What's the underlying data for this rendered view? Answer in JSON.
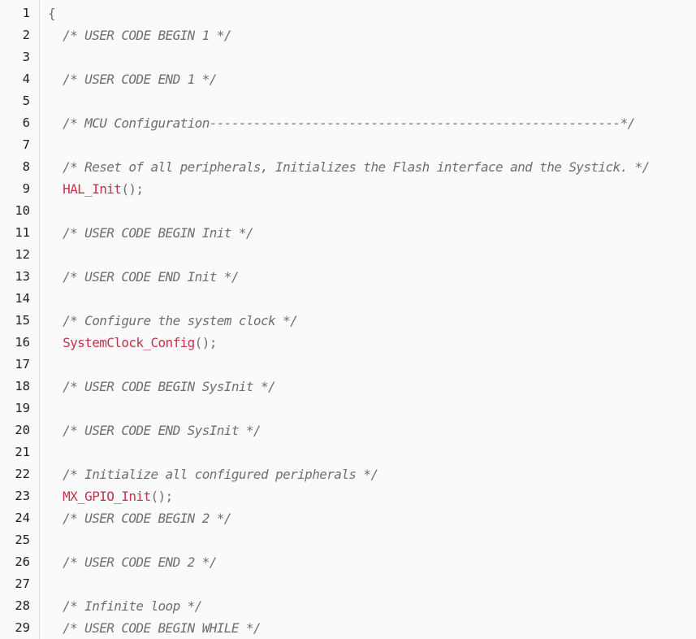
{
  "editor": {
    "lines": [
      {
        "num": "1",
        "tokens": [
          {
            "t": "punct",
            "v": "{"
          }
        ]
      },
      {
        "num": "2",
        "tokens": [
          {
            "t": "plain",
            "v": "  "
          },
          {
            "t": "comment",
            "v": "/* USER CODE BEGIN 1 */"
          }
        ]
      },
      {
        "num": "3",
        "tokens": []
      },
      {
        "num": "4",
        "tokens": [
          {
            "t": "plain",
            "v": "  "
          },
          {
            "t": "comment",
            "v": "/* USER CODE END 1 */"
          }
        ]
      },
      {
        "num": "5",
        "tokens": []
      },
      {
        "num": "6",
        "tokens": [
          {
            "t": "plain",
            "v": "  "
          },
          {
            "t": "comment",
            "v": "/* MCU Configuration--------------------------------------------------------*/"
          }
        ]
      },
      {
        "num": "7",
        "tokens": []
      },
      {
        "num": "8",
        "tokens": [
          {
            "t": "plain",
            "v": "  "
          },
          {
            "t": "comment",
            "v": "/* Reset of all peripherals, Initializes the Flash interface and the Systick. */"
          }
        ]
      },
      {
        "num": "9",
        "tokens": [
          {
            "t": "plain",
            "v": "  "
          },
          {
            "t": "func",
            "v": "HAL_Init"
          },
          {
            "t": "punct",
            "v": "();"
          }
        ]
      },
      {
        "num": "10",
        "tokens": []
      },
      {
        "num": "11",
        "tokens": [
          {
            "t": "plain",
            "v": "  "
          },
          {
            "t": "comment",
            "v": "/* USER CODE BEGIN Init */"
          }
        ]
      },
      {
        "num": "12",
        "tokens": []
      },
      {
        "num": "13",
        "tokens": [
          {
            "t": "plain",
            "v": "  "
          },
          {
            "t": "comment",
            "v": "/* USER CODE END Init */"
          }
        ]
      },
      {
        "num": "14",
        "tokens": []
      },
      {
        "num": "15",
        "tokens": [
          {
            "t": "plain",
            "v": "  "
          },
          {
            "t": "comment",
            "v": "/* Configure the system clock */"
          }
        ]
      },
      {
        "num": "16",
        "tokens": [
          {
            "t": "plain",
            "v": "  "
          },
          {
            "t": "func",
            "v": "SystemClock_Config"
          },
          {
            "t": "punct",
            "v": "();"
          }
        ]
      },
      {
        "num": "17",
        "tokens": []
      },
      {
        "num": "18",
        "tokens": [
          {
            "t": "plain",
            "v": "  "
          },
          {
            "t": "comment",
            "v": "/* USER CODE BEGIN SysInit */"
          }
        ]
      },
      {
        "num": "19",
        "tokens": []
      },
      {
        "num": "20",
        "tokens": [
          {
            "t": "plain",
            "v": "  "
          },
          {
            "t": "comment",
            "v": "/* USER CODE END SysInit */"
          }
        ]
      },
      {
        "num": "21",
        "tokens": []
      },
      {
        "num": "22",
        "tokens": [
          {
            "t": "plain",
            "v": "  "
          },
          {
            "t": "comment",
            "v": "/* Initialize all configured peripherals */"
          }
        ]
      },
      {
        "num": "23",
        "tokens": [
          {
            "t": "plain",
            "v": "  "
          },
          {
            "t": "func",
            "v": "MX_GPIO_Init"
          },
          {
            "t": "punct",
            "v": "();"
          }
        ]
      },
      {
        "num": "24",
        "tokens": [
          {
            "t": "plain",
            "v": "  "
          },
          {
            "t": "comment",
            "v": "/* USER CODE BEGIN 2 */"
          }
        ]
      },
      {
        "num": "25",
        "tokens": []
      },
      {
        "num": "26",
        "tokens": [
          {
            "t": "plain",
            "v": "  "
          },
          {
            "t": "comment",
            "v": "/* USER CODE END 2 */"
          }
        ]
      },
      {
        "num": "27",
        "tokens": []
      },
      {
        "num": "28",
        "tokens": [
          {
            "t": "plain",
            "v": "  "
          },
          {
            "t": "comment",
            "v": "/* Infinite loop */"
          }
        ]
      },
      {
        "num": "29",
        "tokens": [
          {
            "t": "plain",
            "v": "  "
          },
          {
            "t": "comment",
            "v": "/* USER CODE BEGIN WHILE */"
          }
        ]
      }
    ]
  },
  "colors": {
    "background": "#fafafa",
    "comment": "#6f6f6f",
    "function": "#c5324a",
    "line_number": "#202020",
    "gutter_border": "#dcdcdc"
  }
}
